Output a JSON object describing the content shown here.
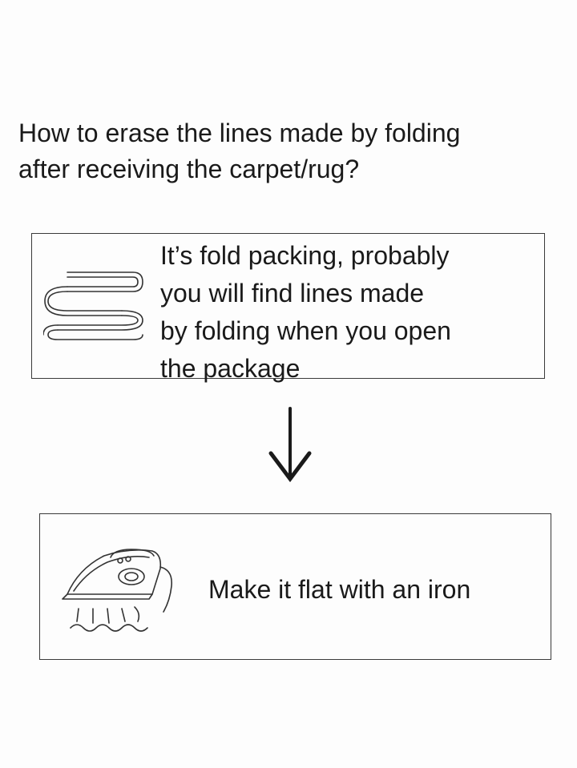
{
  "question": {
    "line1": "How to erase the lines made by folding",
    "line2": "after receiving the carpet/rug?"
  },
  "step1": {
    "icon": "folded-rug-icon",
    "lines": [
      "It’s fold packing, probably",
      "you will find lines made",
      "by folding when you open",
      "the package"
    ]
  },
  "arrow": {
    "icon": "arrow-down-icon"
  },
  "step2": {
    "icon": "steam-iron-icon",
    "text": "Make it flat with an iron"
  }
}
